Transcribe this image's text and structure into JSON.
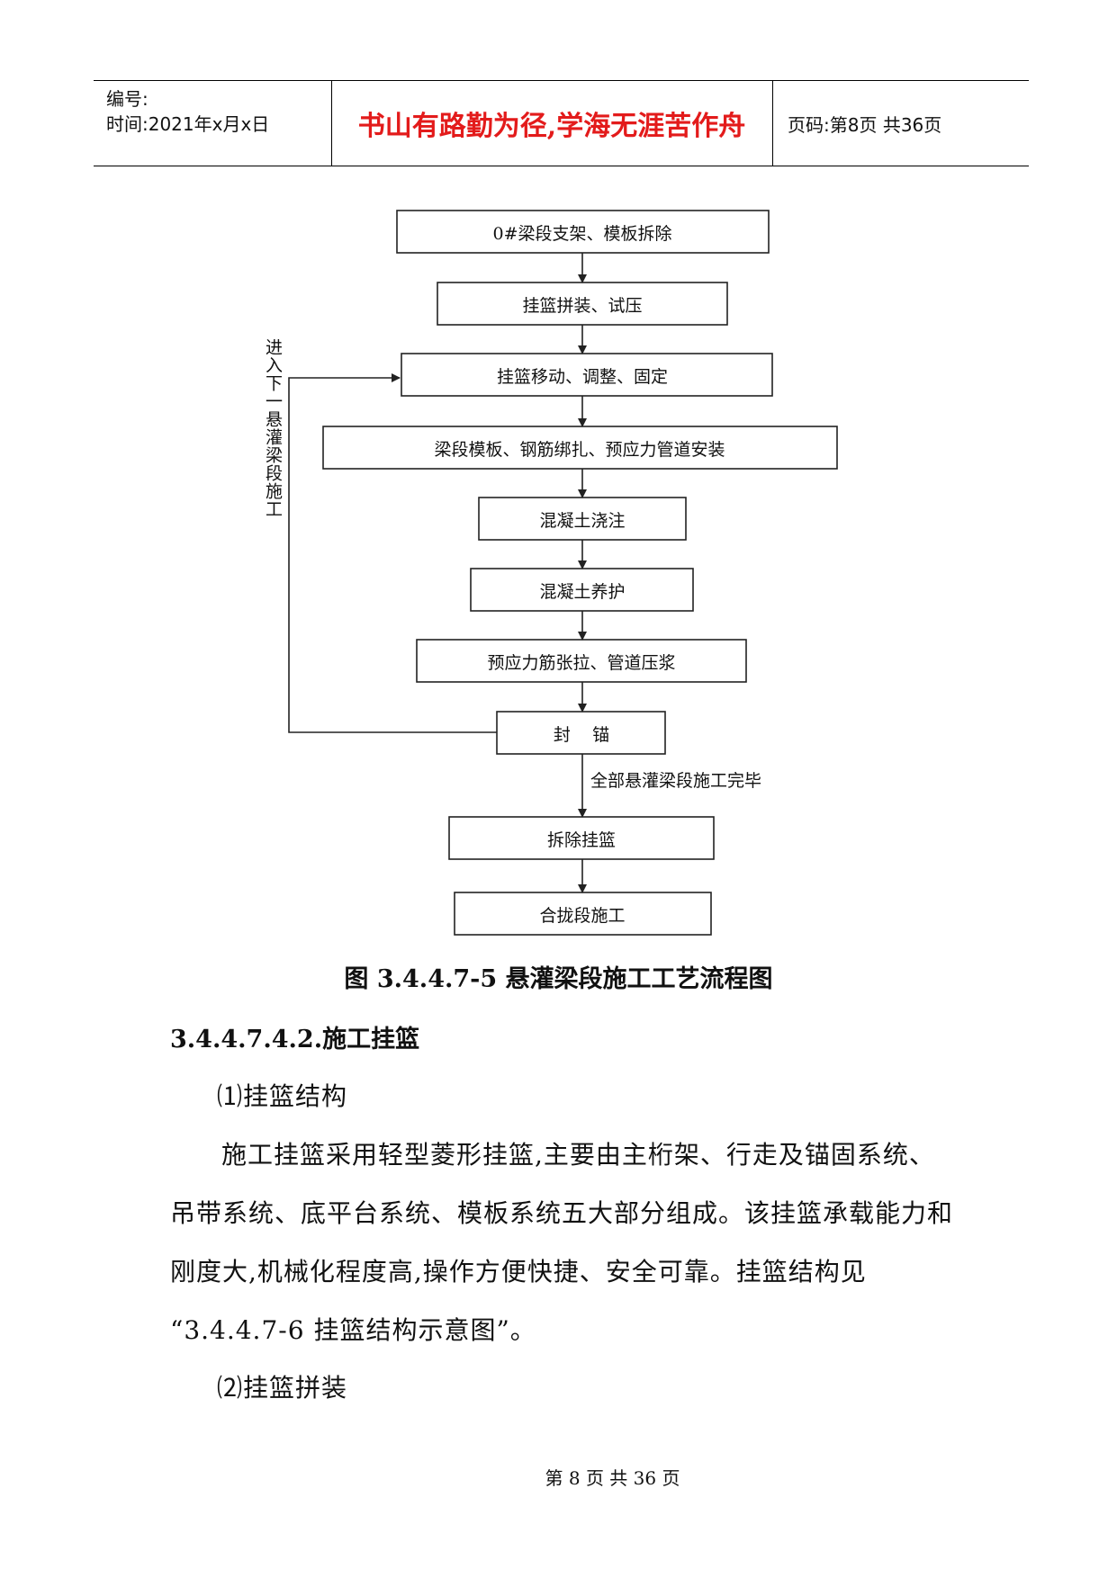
{
  "header": {
    "number_label": "编号:",
    "time_label": "时间:2021年x月x日",
    "motto": "书山有路勤为径,学海无涯苦作舟",
    "page_info": "页码:第8页  共36页"
  },
  "flowchart": {
    "steps": [
      "0#梁段支架、模板拆除",
      "挂篮拼装、试压",
      "挂篮移动、调整、固定",
      "梁段模板、钢筋绑扎、预应力管道安装",
      "混凝土浇注",
      "混凝土养护",
      "预应力筋张拉、管道压浆",
      "封    锚",
      "拆除挂篮",
      "合拢段施工"
    ],
    "loop_label": "进入下一悬灌梁段施工",
    "complete_label": "全部悬灌梁段施工完毕"
  },
  "caption": "图 3.4.4.7-5 悬灌梁段施工工艺流程图",
  "section_heading": "3.4.4.7.4.2.施工挂篮",
  "paragraphs": {
    "item1": "⑴挂篮结构",
    "body_line1": "施工挂篮采用轻型菱形挂篮,主要由主桁架、行走及锚固系统、",
    "body_line2": "吊带系统、底平台系统、模板系统五大部分组成。该挂篮承载能力和",
    "body_line3": "刚度大,机械化程度高,操作方便快捷、安全可靠。挂篮结构见",
    "body_line4": "“3.4.4.7-6 挂篮结构示意图”。",
    "item2": "⑵挂篮拼装"
  },
  "footer": "第 8 页 共 36 页"
}
